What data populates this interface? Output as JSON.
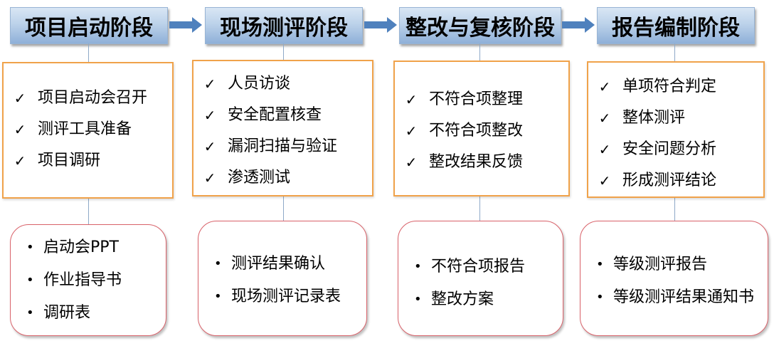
{
  "stages": [
    {
      "title": "项目启动阶段",
      "tasks": [
        "项目启动会召开",
        "测评工具准备",
        "项目调研"
      ],
      "outputs": [
        "启动会PPT",
        "作业指导书",
        "调研表"
      ]
    },
    {
      "title": "现场测评阶段",
      "tasks": [
        "人员访谈",
        "安全配置核查",
        "漏洞扫描与验证",
        "渗透测试"
      ],
      "outputs": [
        "测评结果确认",
        "现场测评记录表"
      ]
    },
    {
      "title": "整改与复核阶段",
      "tasks": [
        "不符合项整理",
        "不符合项整改",
        "整改结果反馈"
      ],
      "outputs": [
        "不符合项报告",
        "整改方案"
      ]
    },
    {
      "title": "报告编制阶段",
      "tasks": [
        "单项符合判定",
        "整体测评",
        "安全问题分析",
        "形成测评结论"
      ],
      "outputs": [
        "等级测评报告",
        "等级测评结果通知书"
      ]
    }
  ],
  "check_glyph": "✓",
  "bullet_glyph": "•",
  "colors": {
    "stage_fill": "#bcd2ea",
    "arrow": "#4f81bd",
    "task_border": "#f0a24a",
    "output_border": "#d9626a",
    "connector": "#8ea9c8"
  }
}
